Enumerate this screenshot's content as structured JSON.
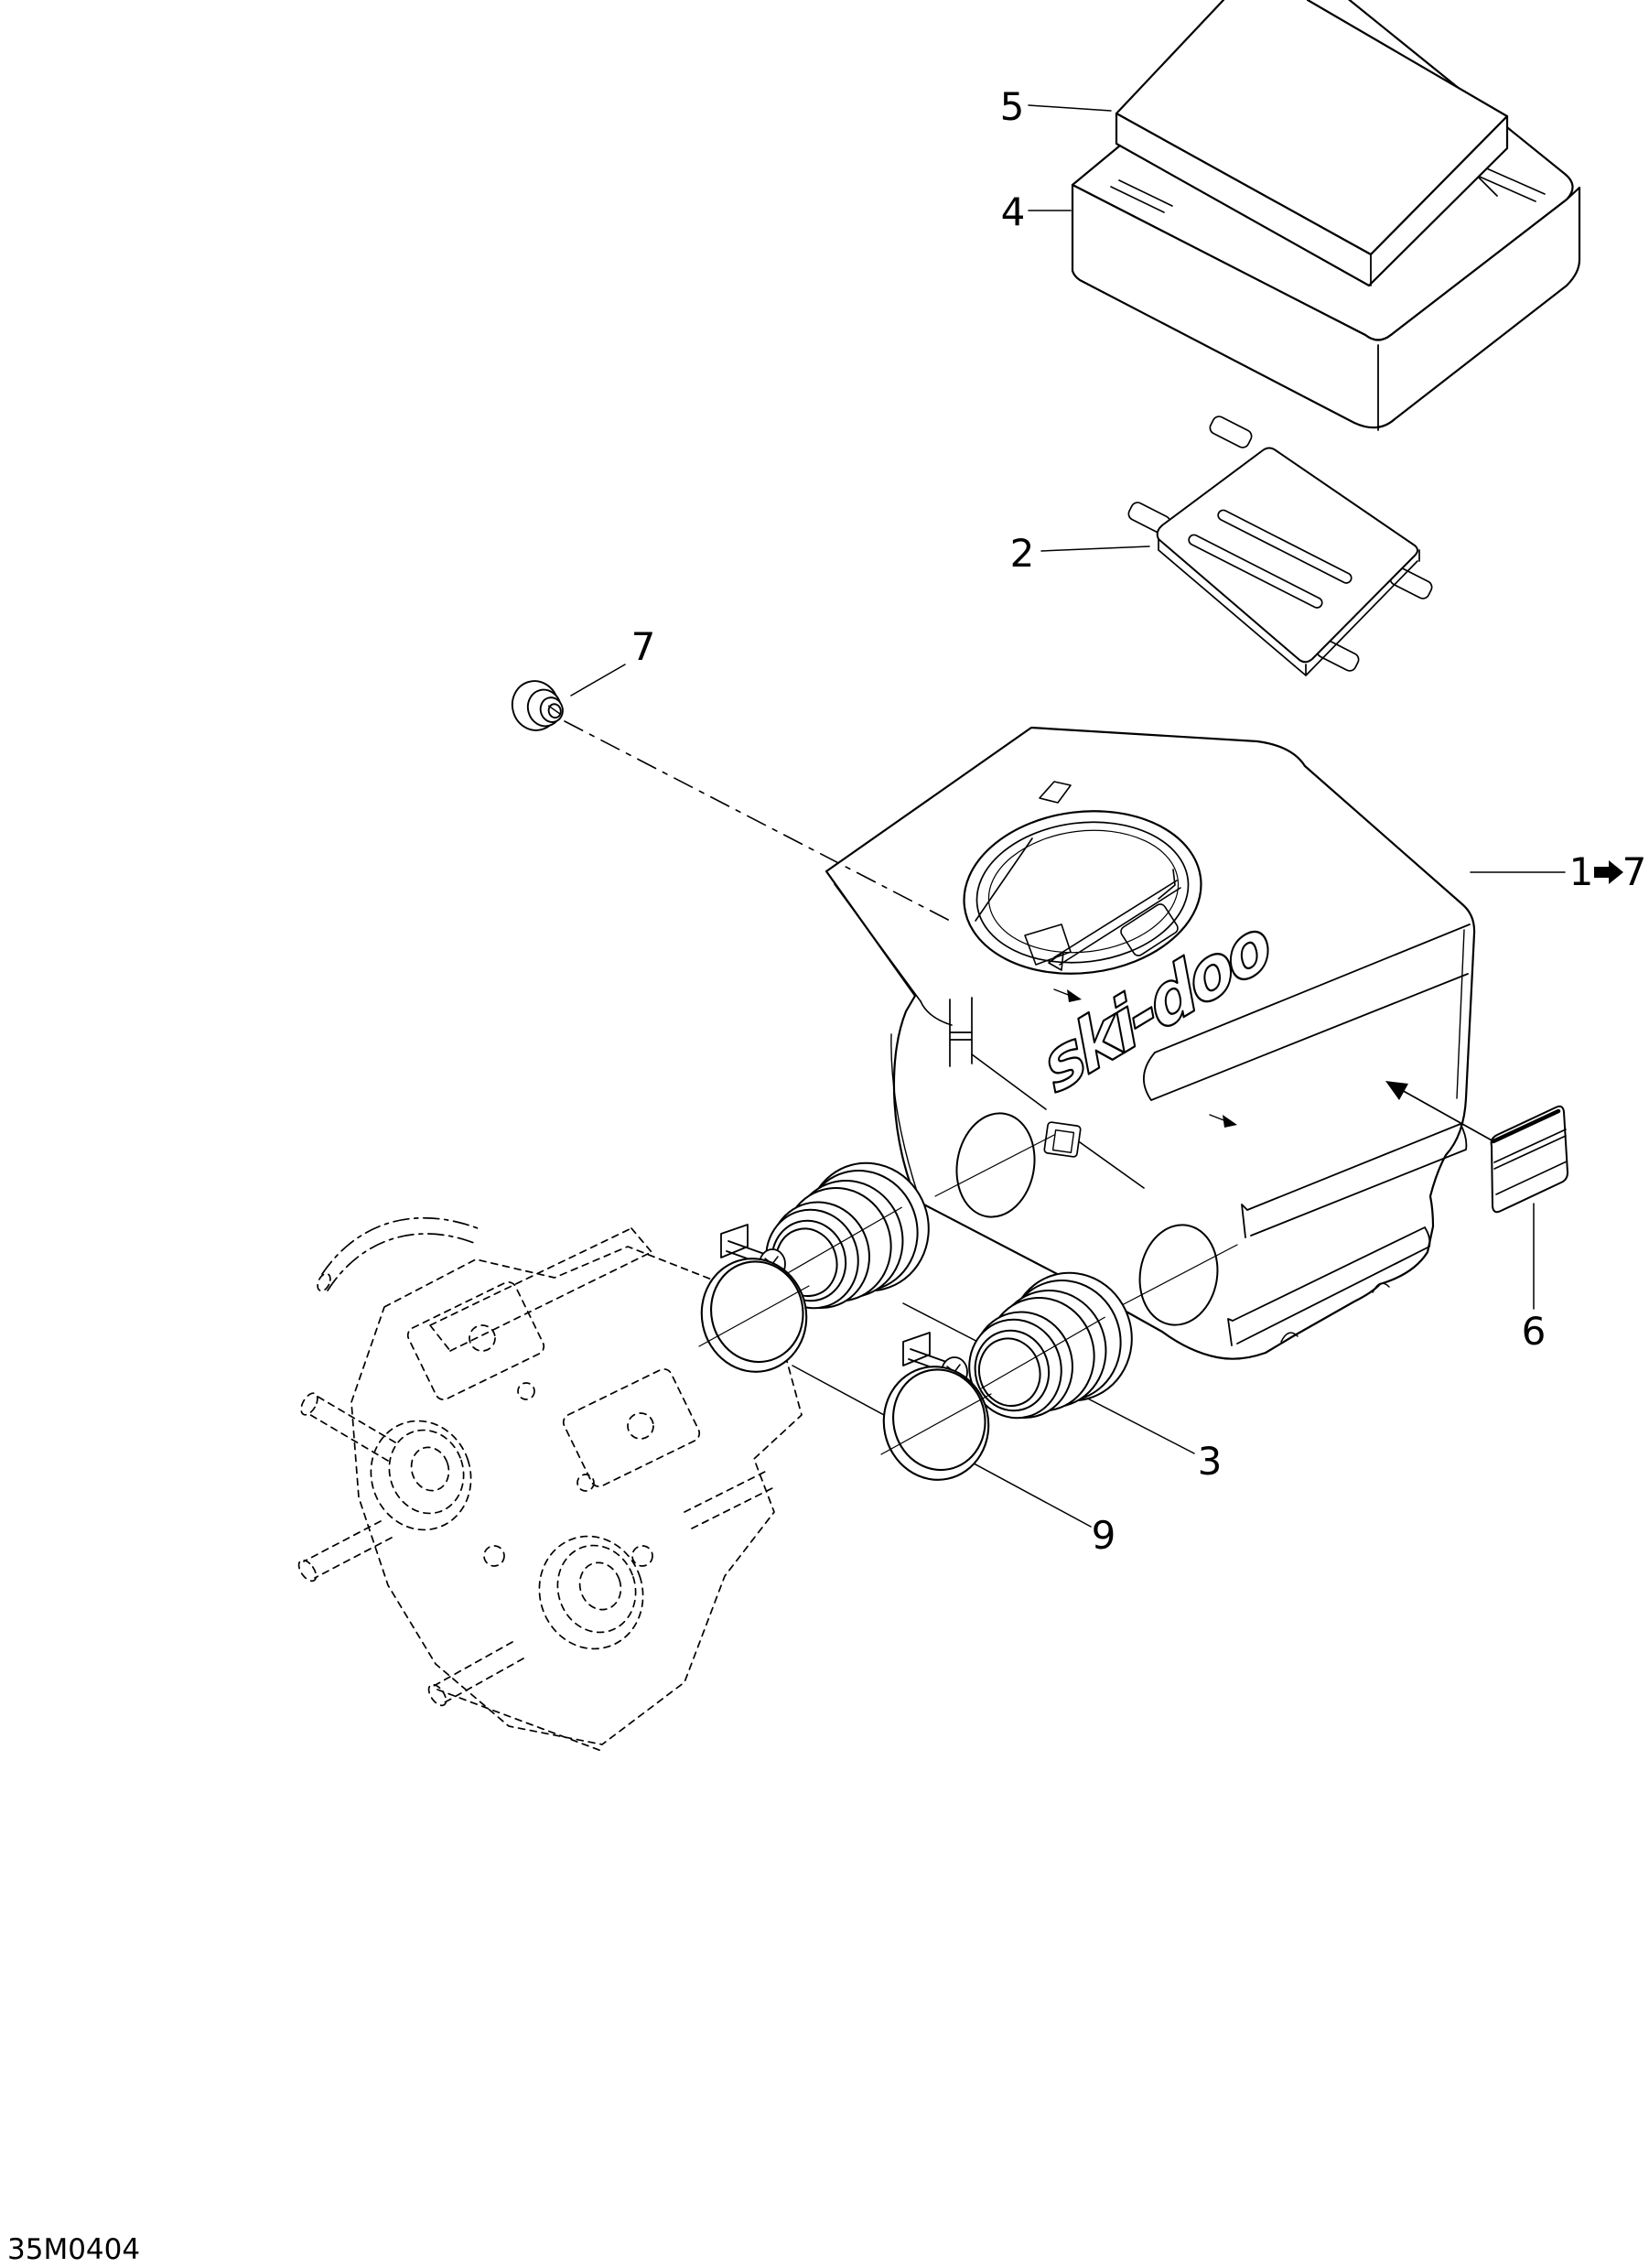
{
  "page": {
    "background_color": "#ffffff",
    "line_color": "#000000"
  },
  "drawing": {
    "footer_code": "35M0404",
    "logo_text": "ski-doo",
    "callouts": {
      "c5": {
        "label": "5"
      },
      "c4": {
        "label": "4"
      },
      "c2": {
        "label": "2"
      },
      "c7": {
        "label": "7"
      },
      "c1to7": {
        "from": "1",
        "to": "7",
        "icon": "arrow-right-icon"
      },
      "c6": {
        "label": "6"
      },
      "c3": {
        "label": "3"
      },
      "c9": {
        "label": "9"
      }
    }
  }
}
